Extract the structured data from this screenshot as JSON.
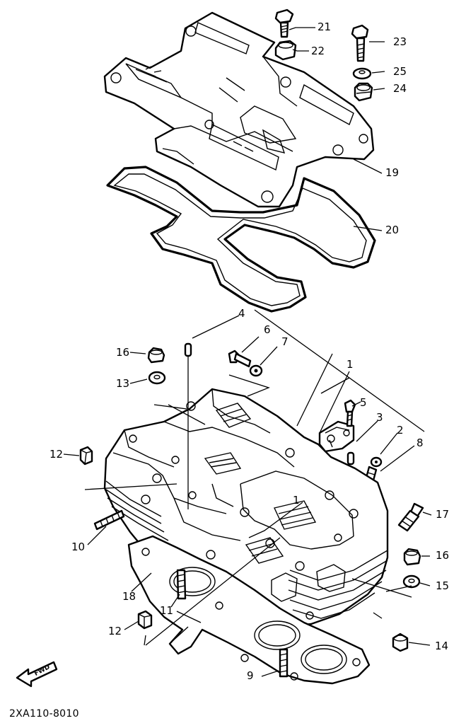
{
  "diagram_code": "2XA110-8010",
  "forward_arrow": {
    "label": "FWD"
  },
  "callouts": {
    "c1": "1",
    "c2": "2",
    "c3": "3",
    "c4": "4",
    "c5": "5",
    "c6": "6",
    "c7": "7",
    "c8": "8",
    "c9": "9",
    "c10": "10",
    "c11": "11",
    "c12a": "12",
    "c12b": "12",
    "c13": "13",
    "c14": "14",
    "c15": "15",
    "c16a": "16",
    "c16b": "16",
    "c17": "17",
    "c18": "18",
    "c19": "19",
    "c20": "20",
    "c21": "21",
    "c22": "22",
    "c23": "23",
    "c24": "24",
    "c25": "25"
  }
}
